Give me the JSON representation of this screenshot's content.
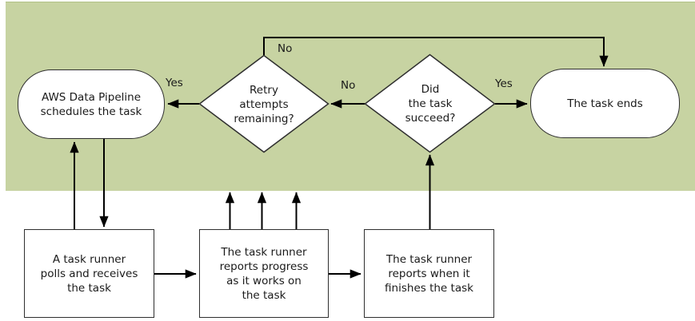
{
  "diagram": {
    "colors": {
      "band_background": "#c7d3a2",
      "node_fill": "#ffffff",
      "node_border": "#2f2f2f",
      "connector": "#000000"
    },
    "nodes": {
      "schedule": {
        "type": "terminator",
        "label": "AWS Data Pipeline\nschedules the task"
      },
      "retry": {
        "type": "decision",
        "label": "Retry\nattempts\nremaining?"
      },
      "succeed": {
        "type": "decision",
        "label": "Did\nthe task\nsucceed?"
      },
      "end": {
        "type": "terminator",
        "label": "The task ends"
      },
      "poll": {
        "type": "process",
        "label": "A task runner\npolls and receives\nthe task"
      },
      "progress": {
        "type": "process",
        "label": "The task runner\nreports progress\nas it works on\nthe task"
      },
      "finish": {
        "type": "process",
        "label": "The task runner\nreports when it\nfinishes the task"
      }
    },
    "edge_labels": {
      "retry_yes": "Yes",
      "retry_no": "No",
      "succeed_no": "No",
      "succeed_yes": "Yes"
    }
  }
}
